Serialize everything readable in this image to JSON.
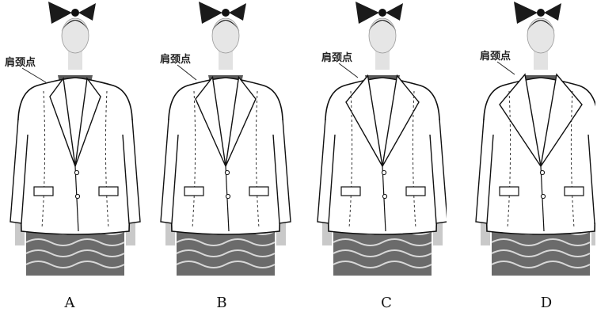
{
  "annotation_label": "肩颈点",
  "options": [
    {
      "letter": "A"
    },
    {
      "letter": "B"
    },
    {
      "letter": "C"
    },
    {
      "letter": "D"
    }
  ]
}
